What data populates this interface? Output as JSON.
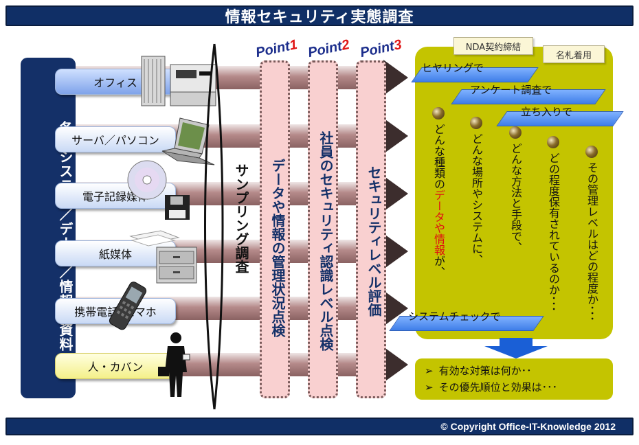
{
  "title": "情報セキュリティ実態調査",
  "footer": "©  Copyright   Office-IT-Knowledge 2012",
  "side_label": "各種システム／データ／情報／資料",
  "categories": [
    {
      "label": "オフィス"
    },
    {
      "label": "サーバ／パソコン"
    },
    {
      "label": "電子記録媒体"
    },
    {
      "label": "紙媒体"
    },
    {
      "label": "携帯電話･スマホ"
    },
    {
      "label": "人・カバン"
    }
  ],
  "sampling_label": "サンプリング調査",
  "points": [
    {
      "label": "Point",
      "num": "1",
      "text": "データや情報の管理状況点検"
    },
    {
      "label": "Point",
      "num": "2",
      "text": "社員のセキュリティ認識レベル点検"
    },
    {
      "label": "Point",
      "num": "3",
      "text": "セキュリティレベル評価"
    }
  ],
  "tags": {
    "nda": "NDA契約締結",
    "badge": "名札着用"
  },
  "methods": {
    "hearing": "ヒヤリングで",
    "survey": "アンケート調査で",
    "visit": "立ち入りで",
    "system_check": "システムチェックで"
  },
  "questions": {
    "q1_pre": "どんな種類の",
    "q1_red": "データや情報",
    "q1_post": "が、",
    "q2": "どんな場所やシステムに、",
    "q3": "どんな方法と手段で、",
    "q4": "どの程度保有されているのか･･･",
    "q5": "その管理レベルはどの程度か･･･"
  },
  "conclusions": [
    {
      "chevron": "➢",
      "text": "有効な対策は何か･･"
    },
    {
      "chevron": "➢",
      "text": "その優先順位と効果は･･･"
    }
  ],
  "colors": {
    "navy": "#143068",
    "point_column": "#f9d0d0",
    "result_panel": "#c4c400",
    "method_bar": "#3f7ee8",
    "point_title": "#1c2e8c",
    "accent_red": "#e01818"
  }
}
